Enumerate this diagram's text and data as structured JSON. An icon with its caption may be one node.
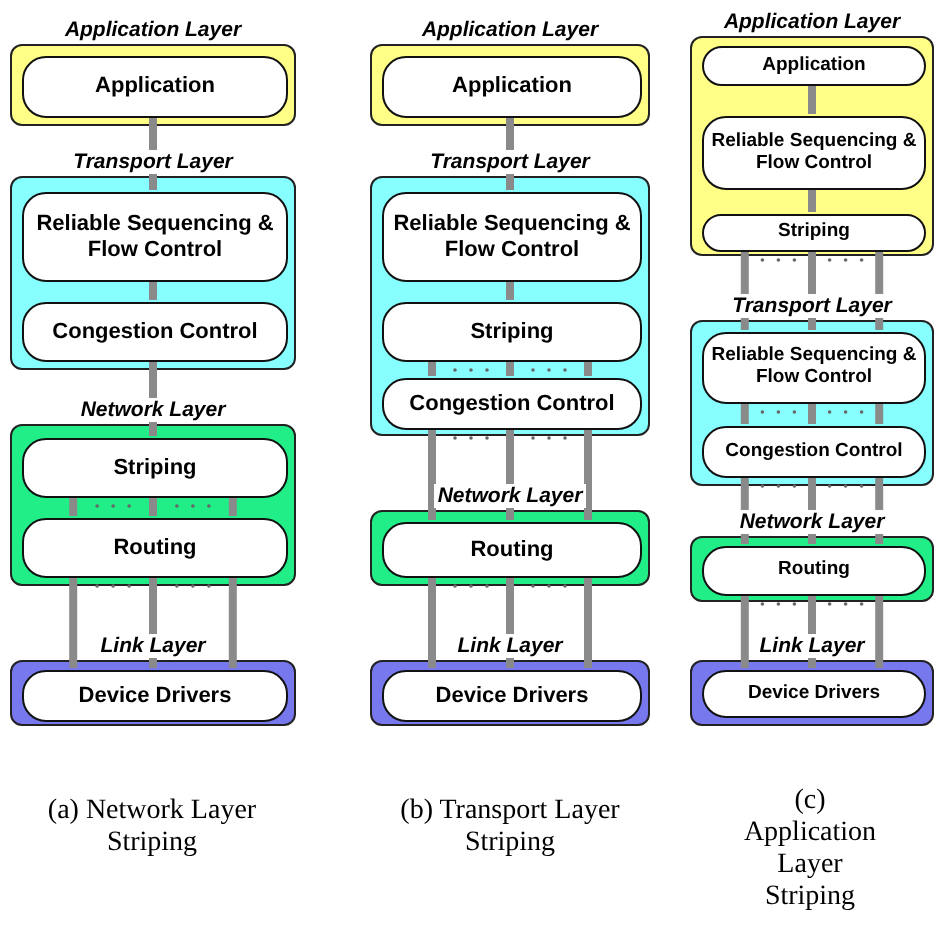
{
  "diagram": {
    "nodes": [
      {
        "text": [
          "Application Layer"
        ]
      },
      {
        "text": [
          "Application"
        ],
        "in": 0
      },
      {
        "text": [
          "Transport Layer"
        ]
      },
      {
        "text": [
          "Reliable Sequencing & Flow Control"
        ],
        "in": 2
      },
      {
        "text": [
          "Congestion Control"
        ],
        "in": 2
      },
      {
        "text": [
          "Network Layer"
        ]
      },
      {
        "text": [
          "Striping"
        ],
        "in": 5
      },
      {
        "text": [
          "Routing"
        ],
        "in": 5
      },
      {
        "text": [
          "Link Layer"
        ]
      },
      {
        "text": [
          "Device Drivers"
        ],
        "in": 8
      },
      {
        "text": [
          "Application Layer"
        ]
      },
      {
        "text": [
          "Application"
        ],
        "in": 10
      },
      {
        "text": [
          "Transport Layer"
        ]
      },
      {
        "text": [
          "Reliable Sequencing & Flow Control"
        ],
        "in": 12
      },
      {
        "text": [
          "Striping"
        ],
        "in": 12
      },
      {
        "text": [
          "Congestion Control"
        ],
        "in": 12
      },
      {
        "text": [
          "Network Layer"
        ]
      },
      {
        "text": [
          "Routing"
        ],
        "in": 16
      },
      {
        "text": [
          "Link Layer"
        ]
      },
      {
        "text": [
          "Device Drivers"
        ],
        "in": 18
      },
      {
        "text": [
          "Application Layer"
        ]
      },
      {
        "text": [
          "Application"
        ],
        "in": 20
      },
      {
        "text": [
          "Reliable Sequencing & Flow Control"
        ],
        "in": 20
      },
      {
        "text": [
          "Striping"
        ],
        "in": 20
      },
      {
        "text": [
          "Transport Layer"
        ]
      },
      {
        "text": [
          "Reliable Sequencing & Flow Control"
        ],
        "in": 24
      },
      {
        "text": [
          "Congestion Control"
        ],
        "in": 24
      },
      {
        "text": [
          "Network Layer"
        ]
      },
      {
        "text": [
          "Routing"
        ],
        "in": 27
      },
      {
        "text": [
          "Link Layer"
        ]
      },
      {
        "text": [
          "Device Drivers"
        ],
        "in": 29
      }
    ],
    "edges": [
      {
        "from": 1,
        "to": 3,
        "arrow": "none"
      },
      {
        "from": 3,
        "to": 4,
        "arrow": "none"
      },
      {
        "from": 4,
        "to": 6,
        "arrow": "none"
      },
      {
        "from": 6,
        "to": 7,
        "arrow": "none"
      },
      {
        "from": 6,
        "to": 7,
        "arrow": "none"
      },
      {
        "from": 6,
        "to": 7,
        "arrow": "none"
      },
      {
        "from": 7,
        "to": 9,
        "arrow": "none"
      },
      {
        "from": 7,
        "to": 9,
        "arrow": "none"
      },
      {
        "from": 7,
        "to": 9,
        "arrow": "none"
      },
      {
        "from": 11,
        "to": 13,
        "arrow": "none"
      },
      {
        "from": 13,
        "to": 14,
        "arrow": "none"
      },
      {
        "from": 14,
        "to": 15,
        "arrow": "none"
      },
      {
        "from": 14,
        "to": 15,
        "arrow": "none"
      },
      {
        "from": 14,
        "to": 15,
        "arrow": "none"
      },
      {
        "from": 15,
        "to": 17,
        "arrow": "none"
      },
      {
        "from": 15,
        "to": 17,
        "arrow": "none"
      },
      {
        "from": 15,
        "to": 17,
        "arrow": "none"
      },
      {
        "from": 17,
        "to": 19,
        "arrow": "none"
      },
      {
        "from": 17,
        "to": 19,
        "arrow": "none"
      },
      {
        "from": 17,
        "to": 19,
        "arrow": "none"
      },
      {
        "from": 21,
        "to": 22,
        "arrow": "none"
      },
      {
        "from": 22,
        "to": 23,
        "arrow": "none"
      },
      {
        "from": 23,
        "to": 25,
        "arrow": "none"
      },
      {
        "from": 23,
        "to": 25,
        "arrow": "none"
      },
      {
        "from": 23,
        "to": 25,
        "arrow": "none"
      },
      {
        "from": 25,
        "to": 26,
        "arrow": "none"
      },
      {
        "from": 25,
        "to": 26,
        "arrow": "none"
      },
      {
        "from": 25,
        "to": 26,
        "arrow": "none"
      },
      {
        "from": 26,
        "to": 28,
        "arrow": "none"
      },
      {
        "from": 26,
        "to": 28,
        "arrow": "none"
      },
      {
        "from": 26,
        "to": 28,
        "arrow": "none"
      },
      {
        "from": 28,
        "to": 30,
        "arrow": "none"
      },
      {
        "from": 28,
        "to": 30,
        "arrow": "none"
      },
      {
        "from": 28,
        "to": 30,
        "arrow": "none"
      }
    ],
    "labels": [
      "(a) Network Layer Striping",
      "(b) Transport Layer Striping",
      "(c) Application Layer Striping"
    ]
  }
}
